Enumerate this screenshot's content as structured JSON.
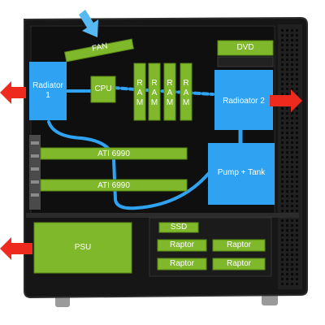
{
  "labels": {
    "fan": "FAN",
    "dvd": "DVD",
    "cpu": "CPU",
    "radiator1": "Radiator\n1",
    "radiator2": "Radioator 2",
    "gpu1": "ATI 6990",
    "gpu2": "ATI 6990",
    "pump": "Pump + Tank",
    "psu": "PSU",
    "ssd": "SSD",
    "raptor": "Raptor",
    "ram": [
      "R",
      "A",
      "M"
    ]
  },
  "colors": {
    "component_green": "#7fb82b",
    "coolant_blue": "#2fa3f2",
    "airflow_red": "#ee2a1e",
    "intake_blue": "#56b9f2",
    "case_black": "#141414"
  },
  "icons": {
    "intake": "down-arrow-icon",
    "exhaust": "right-arrow-icon"
  }
}
